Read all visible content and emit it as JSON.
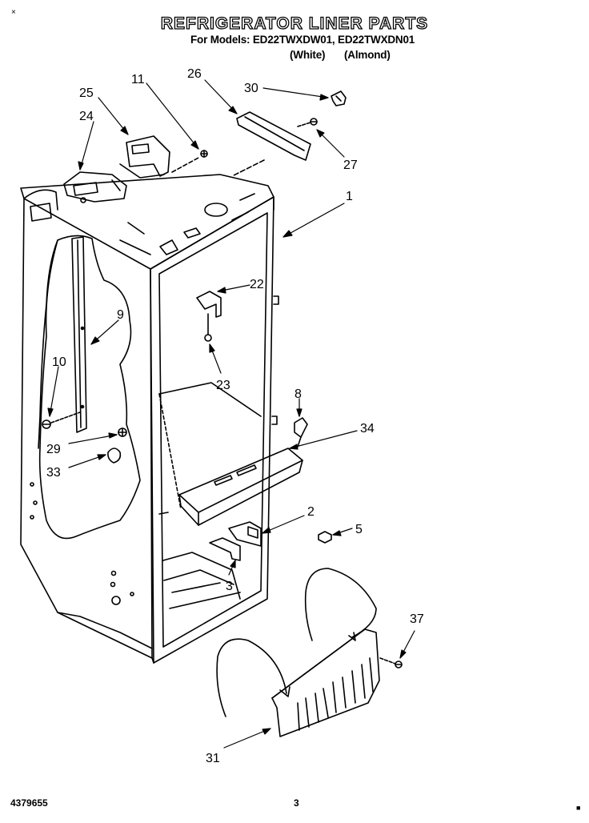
{
  "header": {
    "corner_mark": "×",
    "title": "REFRIGERATOR LINER PARTS",
    "models_line": "For Models: ED22TWXDW01, ED22TWXDN01",
    "variant_white": "(White)",
    "variant_almond": "(Almond)"
  },
  "callouts": [
    "25",
    "11",
    "26",
    "30",
    "24",
    "27",
    "1",
    "22",
    "9",
    "23",
    "10",
    "8",
    "29",
    "34",
    "33",
    "2",
    "5",
    "3",
    "37",
    "31"
  ],
  "footer": {
    "doc_number": "4379655",
    "page_number": "3",
    "corner_mark": "■"
  }
}
